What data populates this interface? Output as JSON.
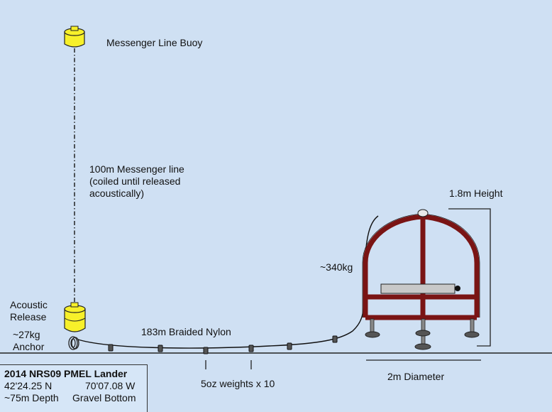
{
  "labels": {
    "messenger_buoy": "Messenger Line Buoy",
    "messenger_line": "100m Messenger line\n(coiled until released\nacoustically)",
    "acoustic_release": "Acoustic\nRelease",
    "anchor": "~27kg\nAnchor",
    "braided_nylon": "183m Braided Nylon",
    "weights": "5oz weights x 10",
    "lander_mass": "~340kg",
    "height": "1.8m Height",
    "diameter": "2m Diameter"
  },
  "info_box": {
    "title": "2014 NRS09 PMEL Lander",
    "lat": "42'24.25 N",
    "lon": "70'07.08 W",
    "depth": "~75m Depth",
    "bottom": "Gravel Bottom"
  },
  "colors": {
    "background": "#cfe0f3",
    "frame": "#7a1414",
    "buoy": "#f7f02a",
    "instrument": "#c8c8c8",
    "foot": "#555555"
  }
}
